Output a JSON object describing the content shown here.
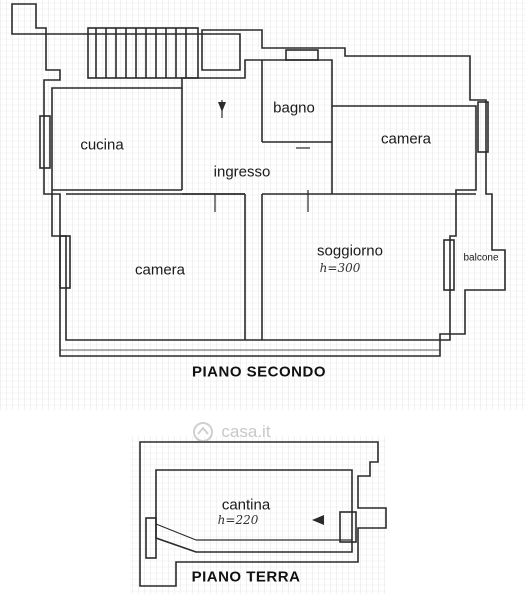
{
  "floors": [
    {
      "title": "PIANO SECONDO",
      "rooms": [
        {
          "label": "cucina"
        },
        {
          "label": "ingresso"
        },
        {
          "label": "bagno"
        },
        {
          "label": "camera"
        },
        {
          "label": "camera"
        },
        {
          "label": "soggiorno",
          "note": "h=300"
        },
        {
          "label": "balcone"
        }
      ]
    },
    {
      "title": "PIANO TERRA",
      "rooms": [
        {
          "label": "cantina",
          "note": "h=220"
        }
      ]
    }
  ],
  "watermark": "casa.it"
}
